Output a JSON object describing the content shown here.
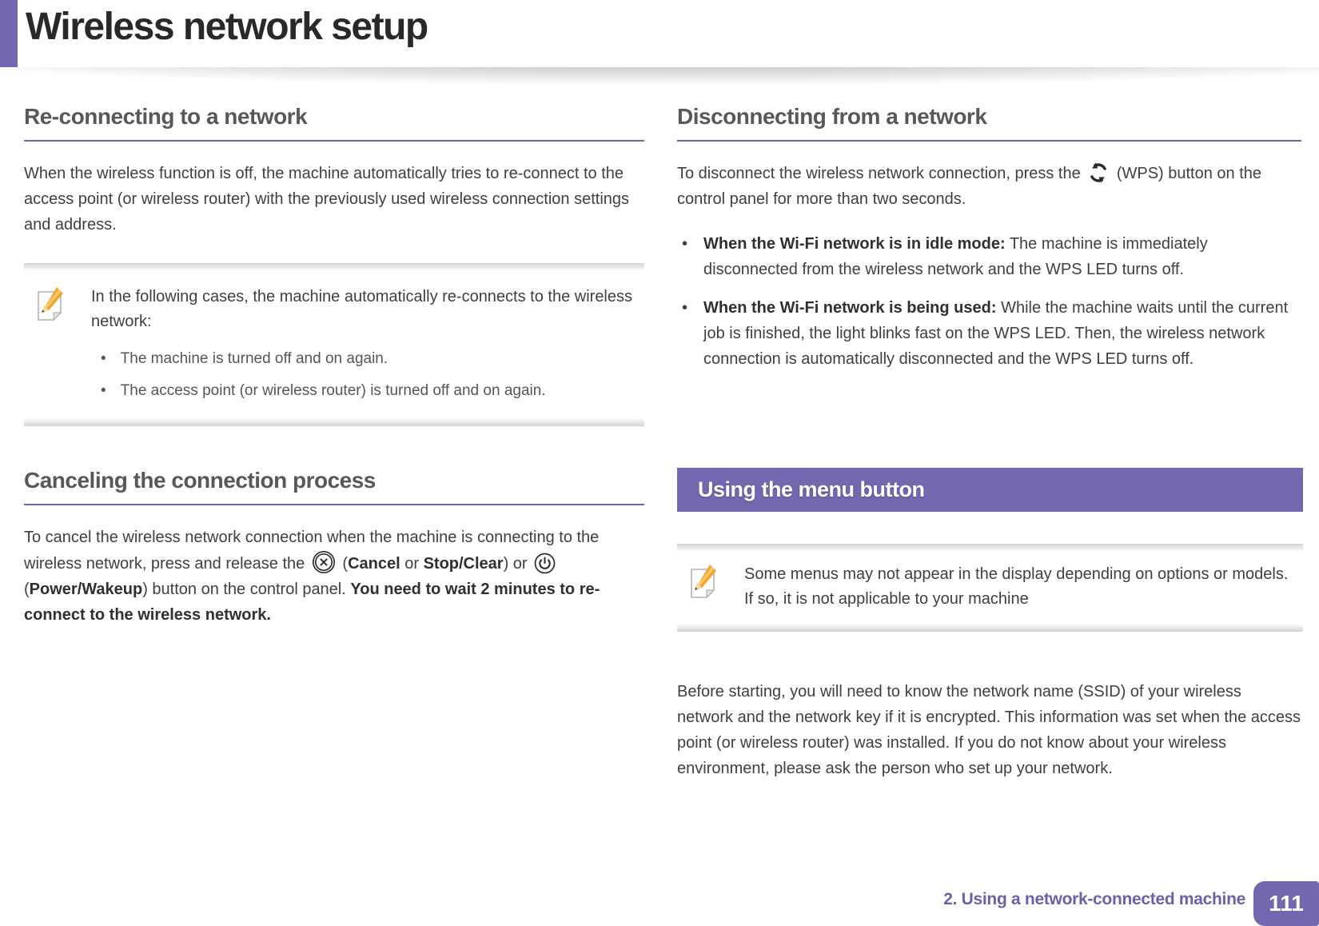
{
  "page": {
    "title": "Wireless network setup",
    "footer": {
      "chapter": "2.  Using a network-connected machine",
      "page_number": "111"
    },
    "colors": {
      "accent_purple": "#7168af",
      "heading_gray": "#57585a",
      "body_gray": "#3f4042",
      "banner_text": "#ffffff"
    }
  },
  "left_column": {
    "reconnect": {
      "heading": "Re-connecting to a network",
      "body": "When the wireless function is off, the machine automatically tries to re-connect to the access point (or wireless router) with the previously used wireless connection settings and address.",
      "note": {
        "icon": "note-pencil-icon",
        "intro": "In the following cases, the machine automatically re-connects to the wireless network:",
        "bullet_glyph": "•",
        "bullets": [
          "The machine is turned off and on again.",
          "The access point (or wireless router) is turned off and on again."
        ]
      }
    },
    "cancel": {
      "heading": "Canceling the connection process",
      "body_segments": [
        {
          "t": "To cancel the wireless network connection when the machine is connecting to the wireless network, press and release the "
        },
        {
          "icon": "cancel-icon"
        },
        {
          "t": " ("
        },
        {
          "t": "Cancel",
          "b": true
        },
        {
          "t": " or "
        },
        {
          "t": "Stop/Clear",
          "b": true
        },
        {
          "t": ") or "
        },
        {
          "icon": "power-icon"
        },
        {
          "t": " ("
        },
        {
          "t": "Power/Wakeup",
          "b": true
        },
        {
          "t": ") button on the control panel. "
        },
        {
          "t": "You need to wait 2 minutes to re-connect to the wireless network.",
          "b": true
        }
      ]
    }
  },
  "right_column": {
    "disconnect": {
      "heading": "Disconnecting from a network",
      "body_segments": [
        {
          "t": "To disconnect the wireless network connection, press the "
        },
        {
          "icon": "wps-icon"
        },
        {
          "t": " (WPS) button on the control panel for more than two seconds."
        }
      ],
      "bullet_glyph": "•",
      "bullets": [
        {
          "segments": [
            {
              "t": "When the Wi-Fi network is in idle mode:",
              "b": true
            },
            {
              "t": " The machine is immediately disconnected from the wireless network and the WPS LED turns off."
            }
          ]
        },
        {
          "segments": [
            {
              "t": "When the Wi-Fi network is being used:",
              "b": true
            },
            {
              "t": " While the machine waits until the current job is finished, the light blinks fast on the WPS LED. Then, the wireless network connection is automatically disconnected and the WPS LED turns off."
            }
          ]
        }
      ]
    },
    "menu_banner": {
      "label": "Using the menu button"
    },
    "menu_note": {
      "icon": "note-pencil-icon",
      "text": "Some menus may not appear in the display depending on options or models. If so, it is not applicable to your machine"
    },
    "before_starting": "Before starting, you will need to know the network name (SSID) of your wireless network and the network key if it is encrypted. This information was set when the access point (or wireless router) was installed. If you do not know about your wireless environment, please ask the person who set up your network."
  }
}
